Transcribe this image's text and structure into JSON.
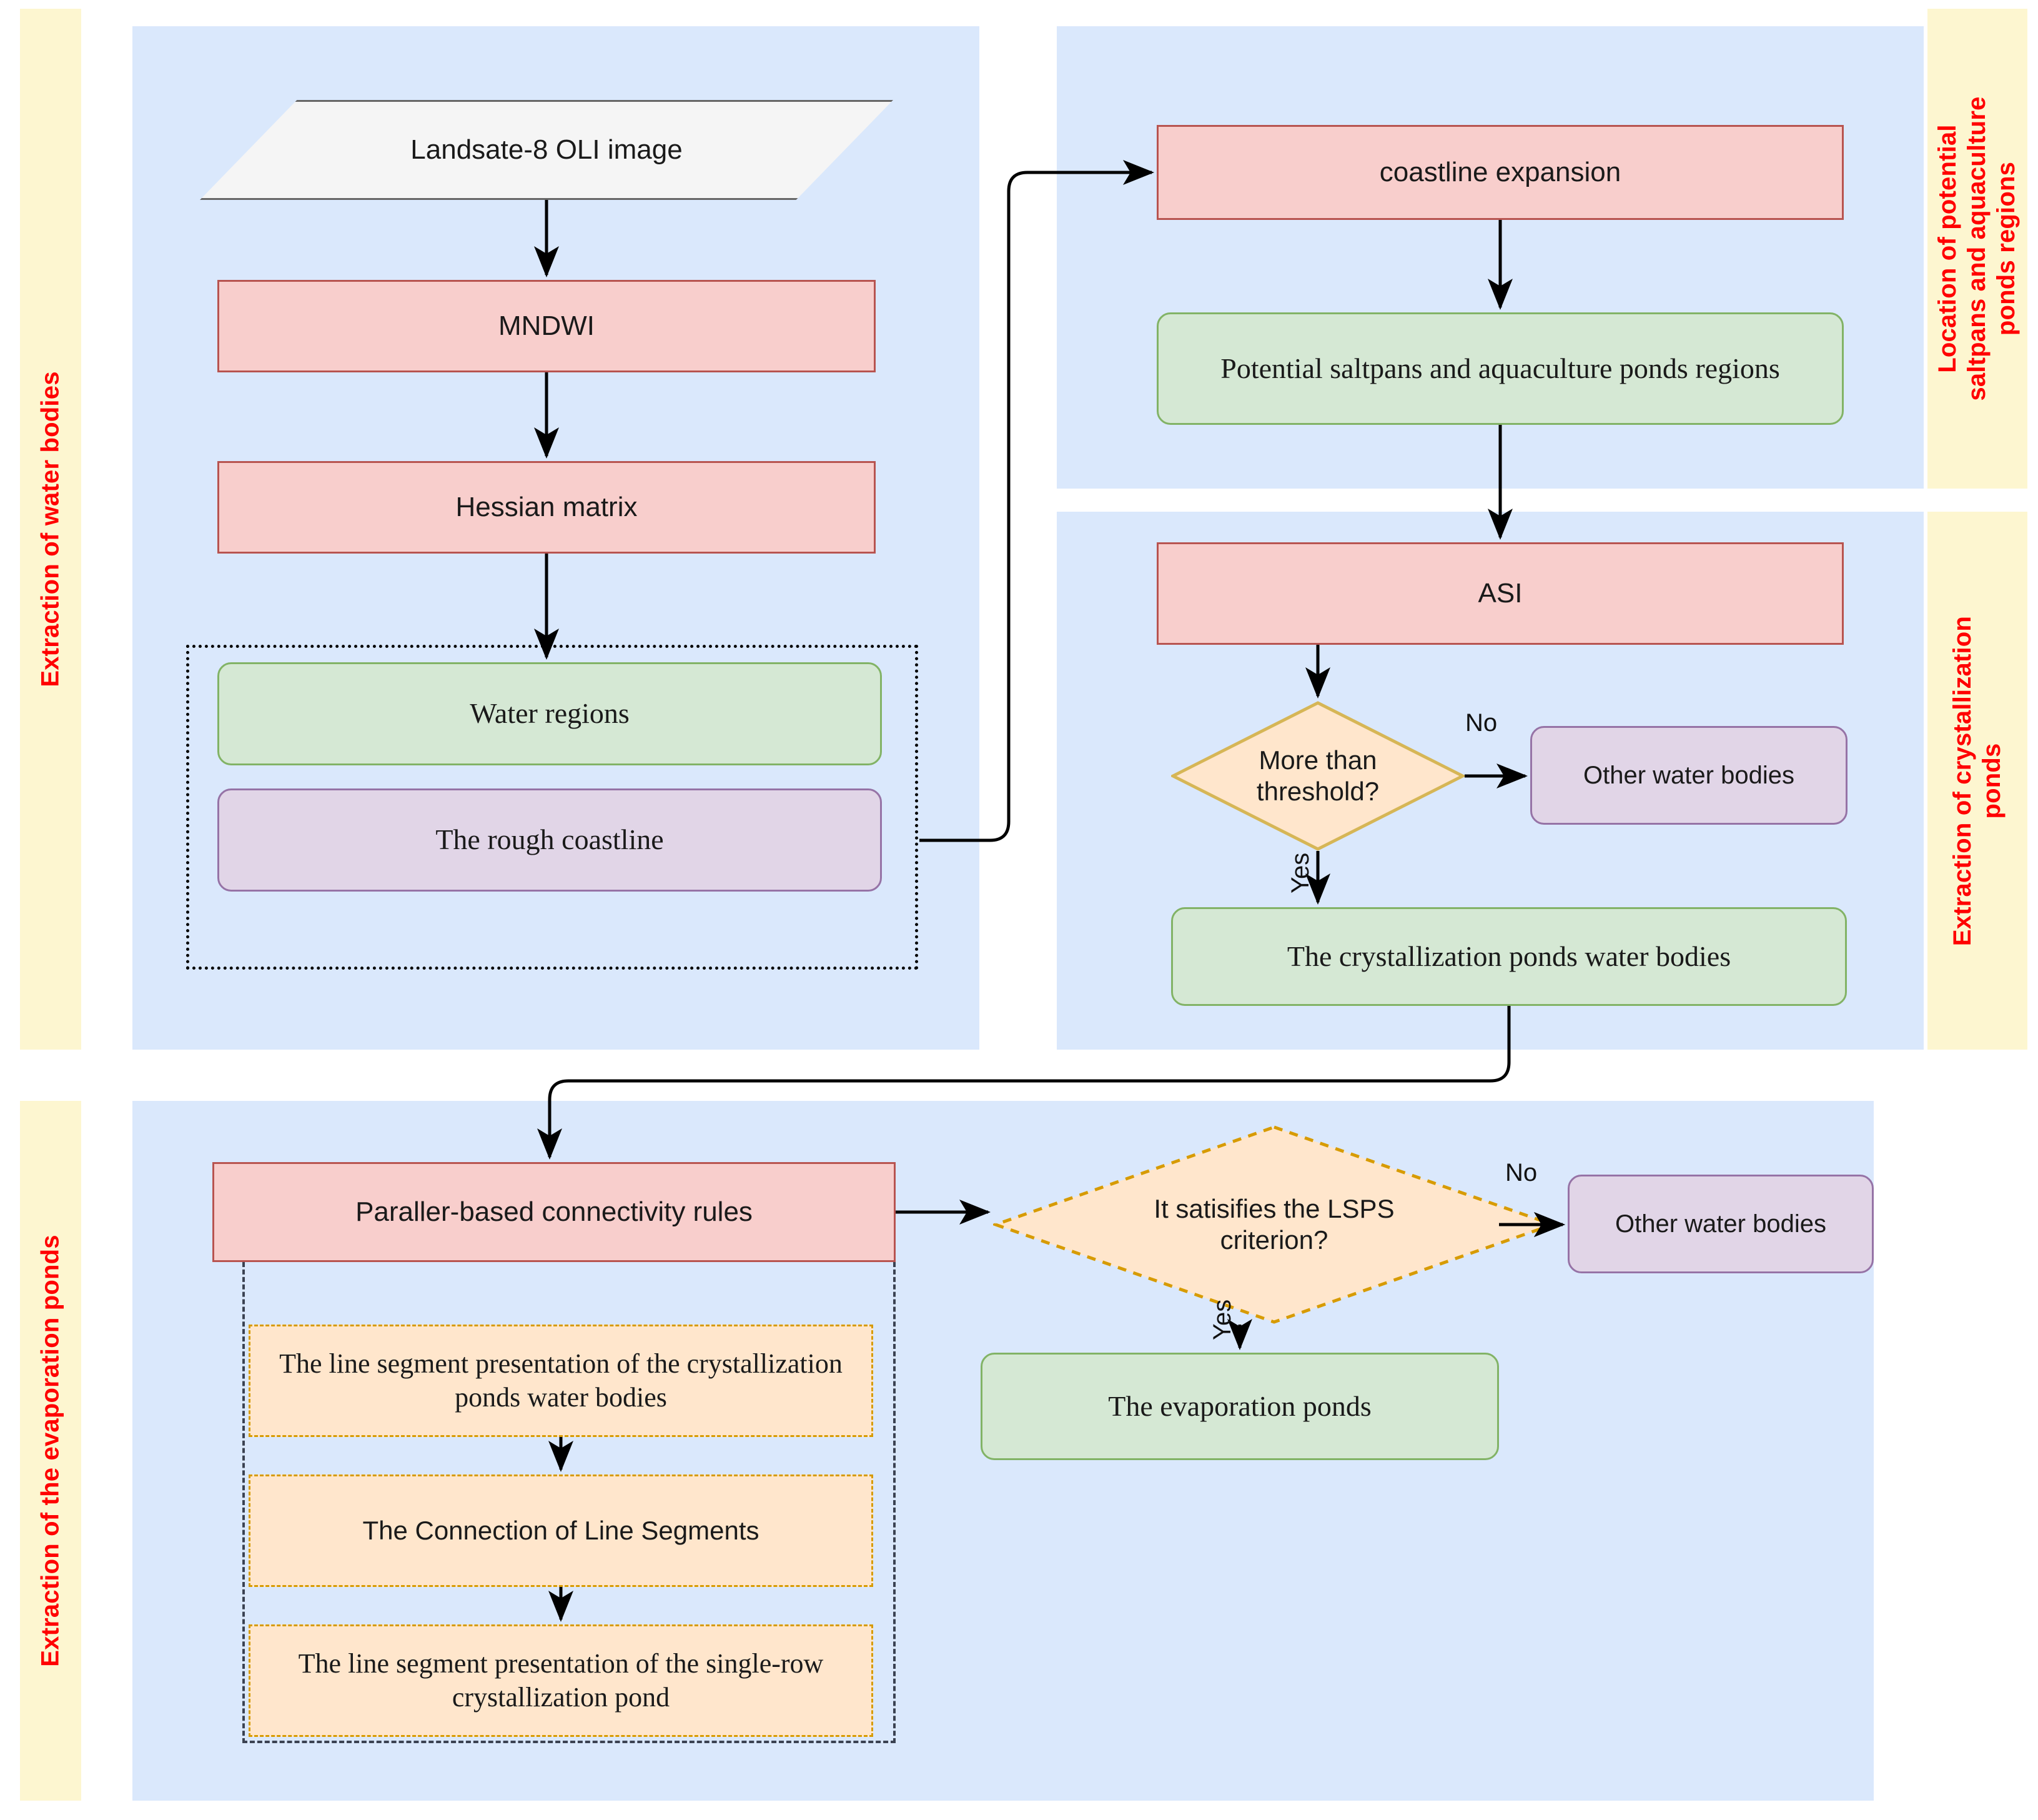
{
  "bands": {
    "left_top": "Extraction of water bodies",
    "right_top": "Location of potential\nsaltpans and aquaculture\nponds regions",
    "right_mid": "Extraction of crystallization\nponds",
    "left_bottom": "Extraction of the evaporation ponds"
  },
  "nodes": {
    "landsat": "Landsate-8 OLI image",
    "mndwi": "MNDWI",
    "hessian": "Hessian matrix",
    "water_regions": "Water regions",
    "rough_coastline": "The rough coastline",
    "coastline_expansion": "coastline expansion",
    "potential_regions": "Potential saltpans and aquaculture ponds regions",
    "asi": "ASI",
    "threshold_decision": "More than threshold?",
    "other_water_bodies_1": "Other water bodies",
    "crystallization_water": "The crystallization ponds water bodies",
    "connectivity_rules": "Paraller-based connectivity rules",
    "line_segment_presentation": "The line segment presentation of the crystallization ponds water bodies",
    "connection_of_line_segments": "The Connection of  Line Segments",
    "single_row_presentation": "The line segment presentation of the single-row crystallization pond",
    "lsps_decision": "It satisifies the LSPS criterion?",
    "other_water_bodies_2": "Other water bodies",
    "evaporation_ponds": "The evaporation ponds"
  },
  "edge_labels": {
    "threshold_no": "No",
    "threshold_yes": "Yes",
    "lsps_no": "No",
    "lsps_yes": "Yes"
  },
  "colors": {
    "panel_blue": "#dae8fc",
    "band_yellow": "#fdf6d0",
    "band_text": "#ff0000",
    "process_fill": "#f8cecc",
    "process_border": "#b85450",
    "result_fill": "#d5e8d4",
    "result_border": "#82b366",
    "purple_fill": "#e1d5e7",
    "purple_border": "#9673a6",
    "orange_fill": "#ffe6cc",
    "orange_border": "#d79b00",
    "data_fill": "#f5f5f5",
    "data_border": "#666666",
    "arrow": "#000000"
  }
}
